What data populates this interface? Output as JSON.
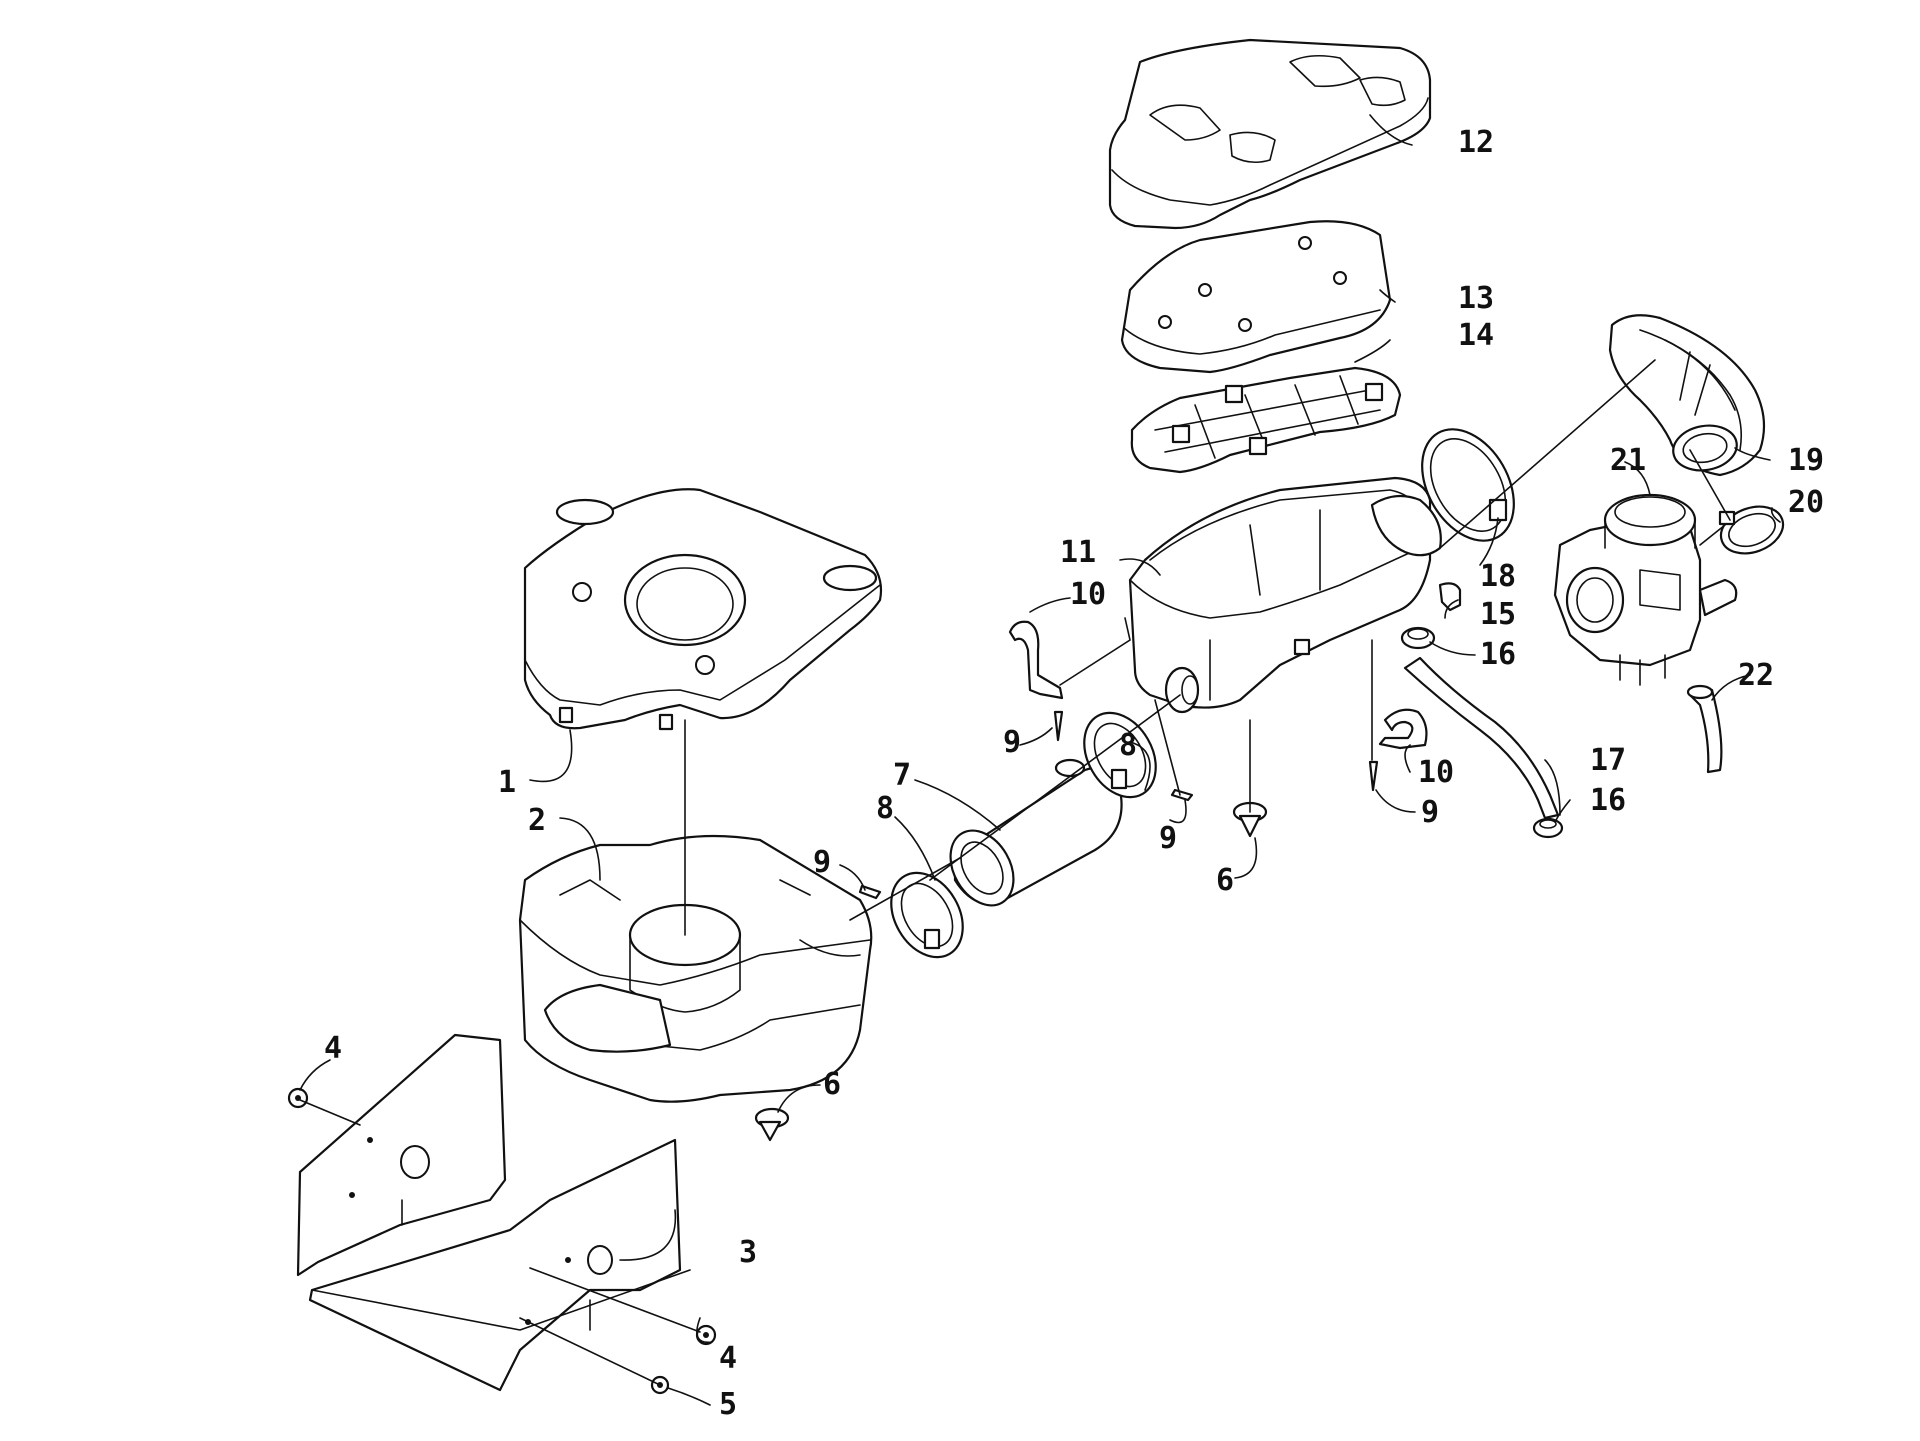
{
  "callouts": {
    "c1": "1",
    "c2": "2",
    "c3": "3",
    "c4a": "4",
    "c4b": "4",
    "c5": "5",
    "c6a": "6",
    "c6b": "6",
    "c7": "7",
    "c8a": "8",
    "c8b": "8",
    "c9a": "9",
    "c9b": "9",
    "c9c": "9",
    "c9d": "9",
    "c10a": "10",
    "c10b": "10",
    "c11": "11",
    "c12": "12",
    "c13": "13",
    "c14": "14",
    "c15": "15",
    "c16a": "16",
    "c16b": "16",
    "c17": "17",
    "c18": "18",
    "c19": "19",
    "c20": "20",
    "c21": "21",
    "c22": "22"
  }
}
